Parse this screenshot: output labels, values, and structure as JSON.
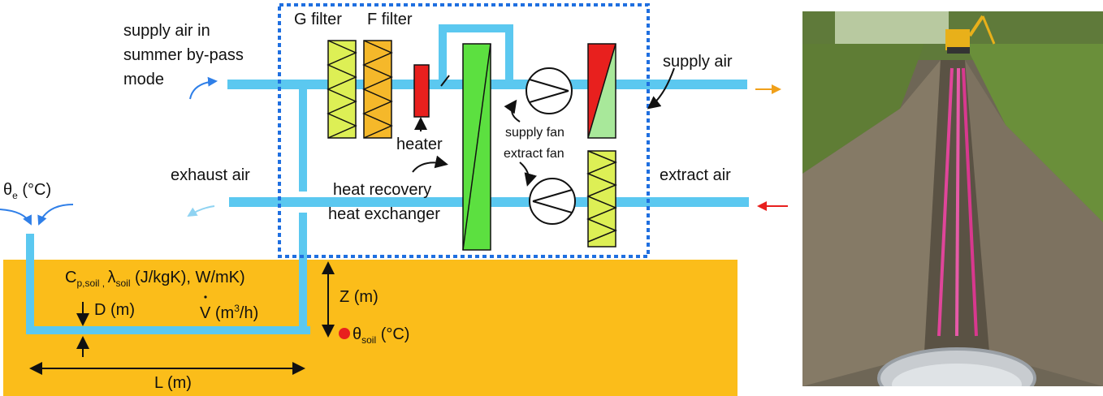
{
  "labels": {
    "g_filter": "G filter",
    "f_filter": "F filter",
    "bypass_line1": "supply air in",
    "bypass_line2": "summer by-pass",
    "bypass_line3": "mode",
    "supply_air": "supply air",
    "exhaust_air": "exhaust air",
    "extract_air": "extract air",
    "heater": "heater",
    "supply_fan": "supply fan",
    "extract_fan": "extract fan",
    "hrx_line1": "heat recovery",
    "hrx_line2": "heat exchanger",
    "theta_e": "θ",
    "theta_e_sub": "e",
    "theta_e_unit": " (°C)",
    "cp": "C",
    "cp_sub": "p,soil",
    "comma": " ,  ",
    "lambda": "λ",
    "lambda_sub": "soil",
    "soil_units": " (J/kgK), W/mK)",
    "depth": "D (m)",
    "flow": "V",
    "flow_units_a": " (m",
    "flow_units_sup": "3",
    "flow_units_b": "/h)",
    "z": "Z (m)",
    "theta_soil": "θ",
    "theta_soil_sub": "soil",
    "theta_soil_unit": " (°C)",
    "length": "L (m)"
  },
  "colors": {
    "duct": "#5bc8f0",
    "soil": "#fbbd1a",
    "g_filter": "#ddef55",
    "f_filter": "#f5b82a",
    "heater": "#e8201e",
    "hrx": "#5ce040",
    "cooling_coil_top": "#e8201e",
    "cooling_coil_bottom": "#a8e89a",
    "box_border": "#1f6fe0",
    "theta_soil_dot": "#e8201e",
    "supply_out_arrow": "#f0a01a",
    "extract_in_arrow": "#e8201e",
    "inlet_arrow": "#2f7fe8"
  },
  "photo": {
    "description_icon": "trench-photo"
  }
}
